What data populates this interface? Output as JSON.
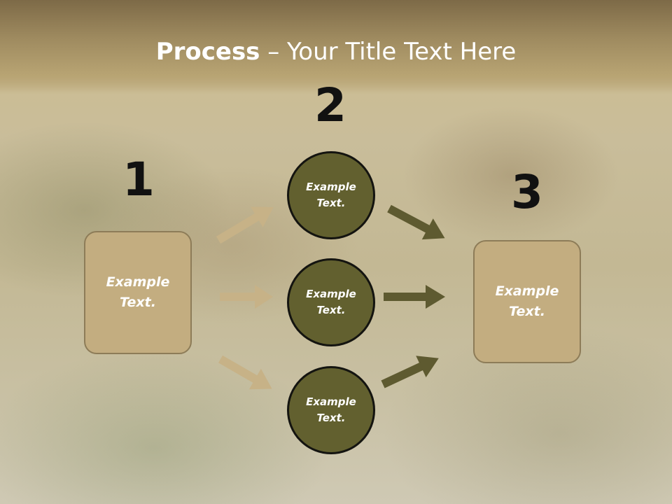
{
  "slide": {
    "title_bold": "Process",
    "title_rest": " – Your Title Text Here"
  },
  "steps": {
    "one": "1",
    "two": "2",
    "three": "3"
  },
  "left_box": {
    "text": "Example\nText."
  },
  "right_box": {
    "text": "Example\nText."
  },
  "circles": [
    {
      "text": "Example\nText."
    },
    {
      "text": "Example\nText."
    },
    {
      "text": "Example\nText."
    }
  ],
  "colors": {
    "box_fill": "#c3ad80",
    "circle_fill": "#62602f",
    "light_arrow": "#c7b287",
    "dark_arrow": "#5e5a30"
  }
}
